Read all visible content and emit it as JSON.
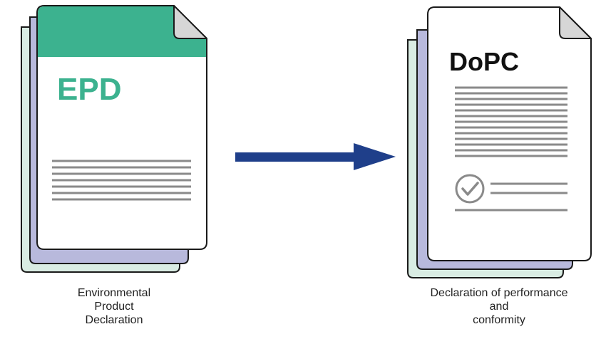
{
  "colors": {
    "epd_accent": "#3cb28f",
    "arrow": "#1f3f8a",
    "back_sheet_green": "#d9ece3",
    "back_sheet_purple": "#b8b9dc",
    "outline": "#1a1a1a",
    "text_lines": "#8a8a8a"
  },
  "left_document": {
    "title": "EPD",
    "caption": [
      "Environmental",
      "Product",
      "Declaration"
    ]
  },
  "right_document": {
    "title": "DoPC",
    "icon": "checkmark-circle-icon",
    "caption": [
      "Declaration of performance",
      "and",
      "conformity"
    ]
  },
  "arrow": {
    "icon": "arrow-right-icon"
  }
}
